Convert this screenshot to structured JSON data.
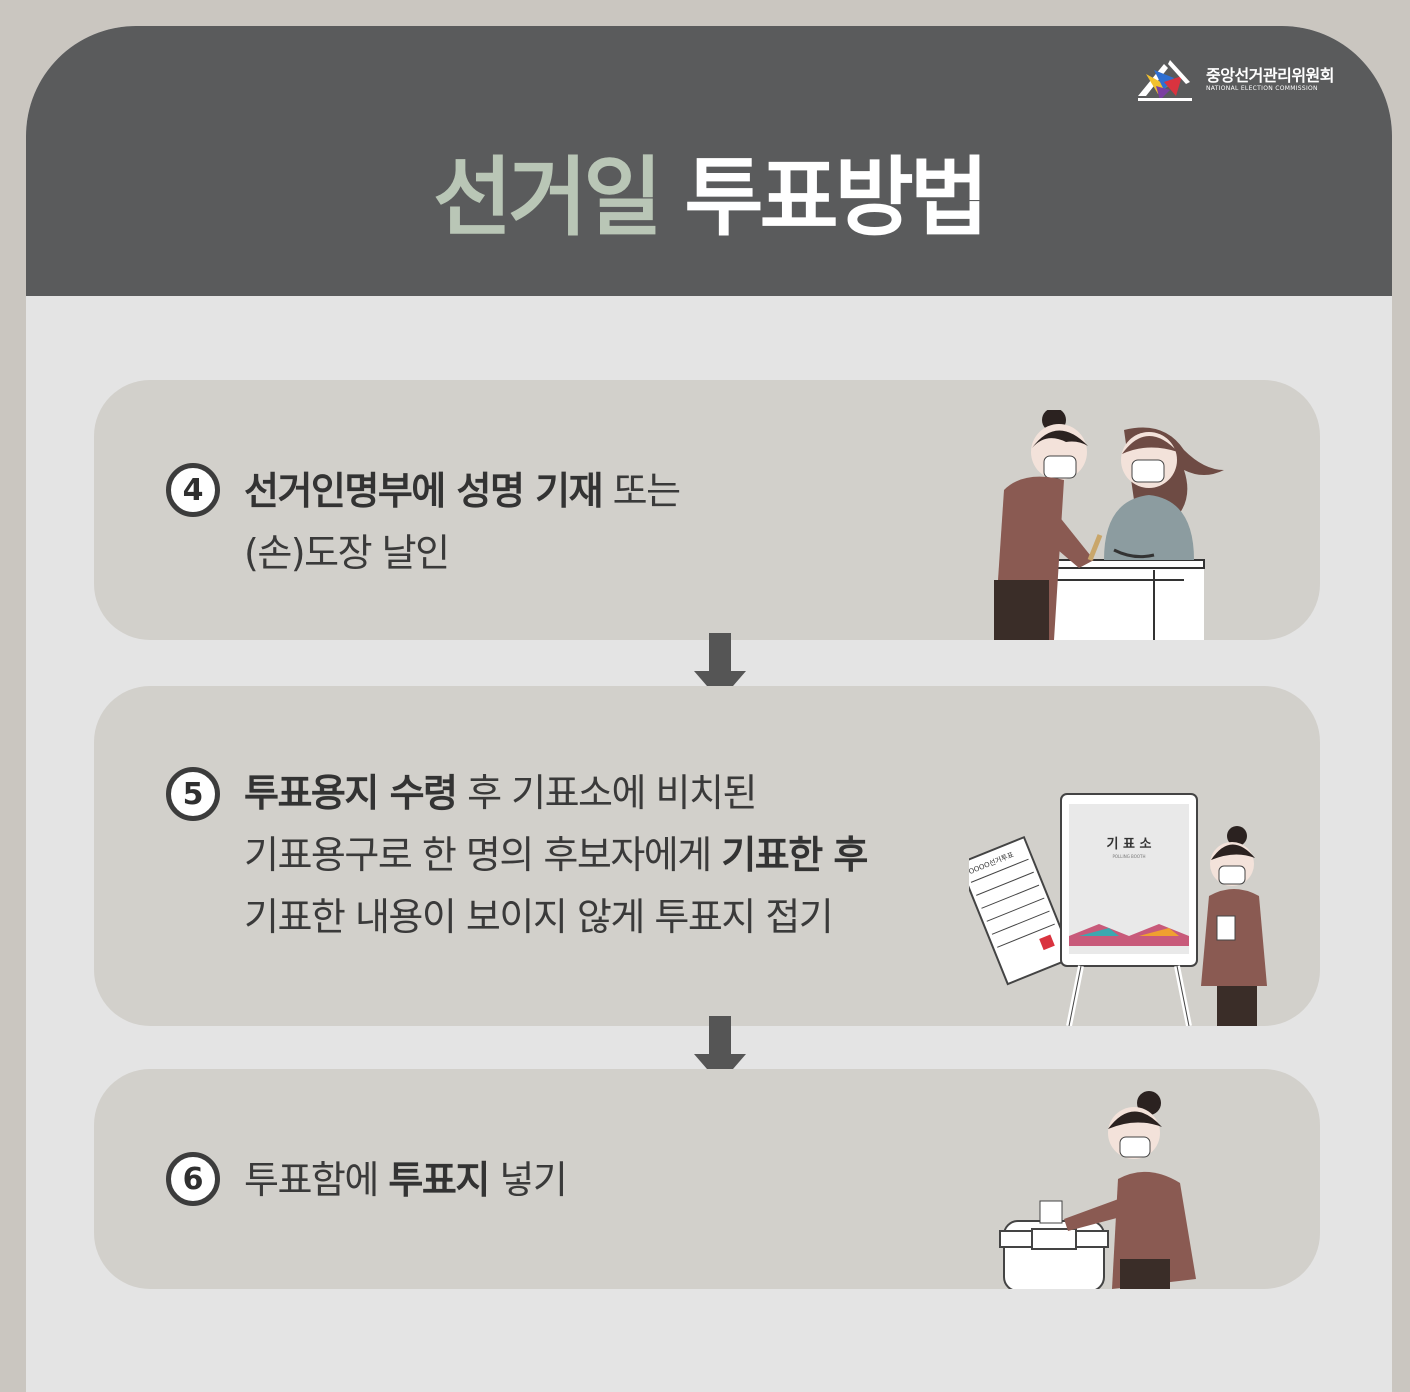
{
  "header": {
    "logo_name_ko": "중앙선거관리위원회",
    "logo_name_en": "NATIONAL ELECTION COMMISSION",
    "title_part1": "선거일",
    "title_part2": "투표방법",
    "colors": {
      "header_bg": "#5a5b5c",
      "title_accent": "#b9c6b6",
      "title_main": "#ffffff"
    }
  },
  "steps": [
    {
      "number": "4",
      "line1_bold": "선거인명부에 성명 기재",
      "line1_rest": " 또는",
      "line2": "(손)도장 날인"
    },
    {
      "number": "5",
      "line1_bold": "투표용지 수령",
      "line1_rest": " 후 기표소에 비치된",
      "line2_rest": "기표용구로 한 명의 후보자에게 ",
      "line2_bold": "기표한 후",
      "line3": "기표한 내용이 보이지 않게 투표지 접기"
    },
    {
      "number": "6",
      "line1_rest": "투표함에 ",
      "line1_bold": "투표지",
      "line1_end": " 넣기"
    }
  ],
  "booth": {
    "sign": "기 표 소",
    "sign_en": "POLLING BOOTH",
    "ballot_header": "OOOO선거투표"
  },
  "icons": [
    "election-commission-logo-icon",
    "arrow-down-icon",
    "number-circle-icon"
  ]
}
